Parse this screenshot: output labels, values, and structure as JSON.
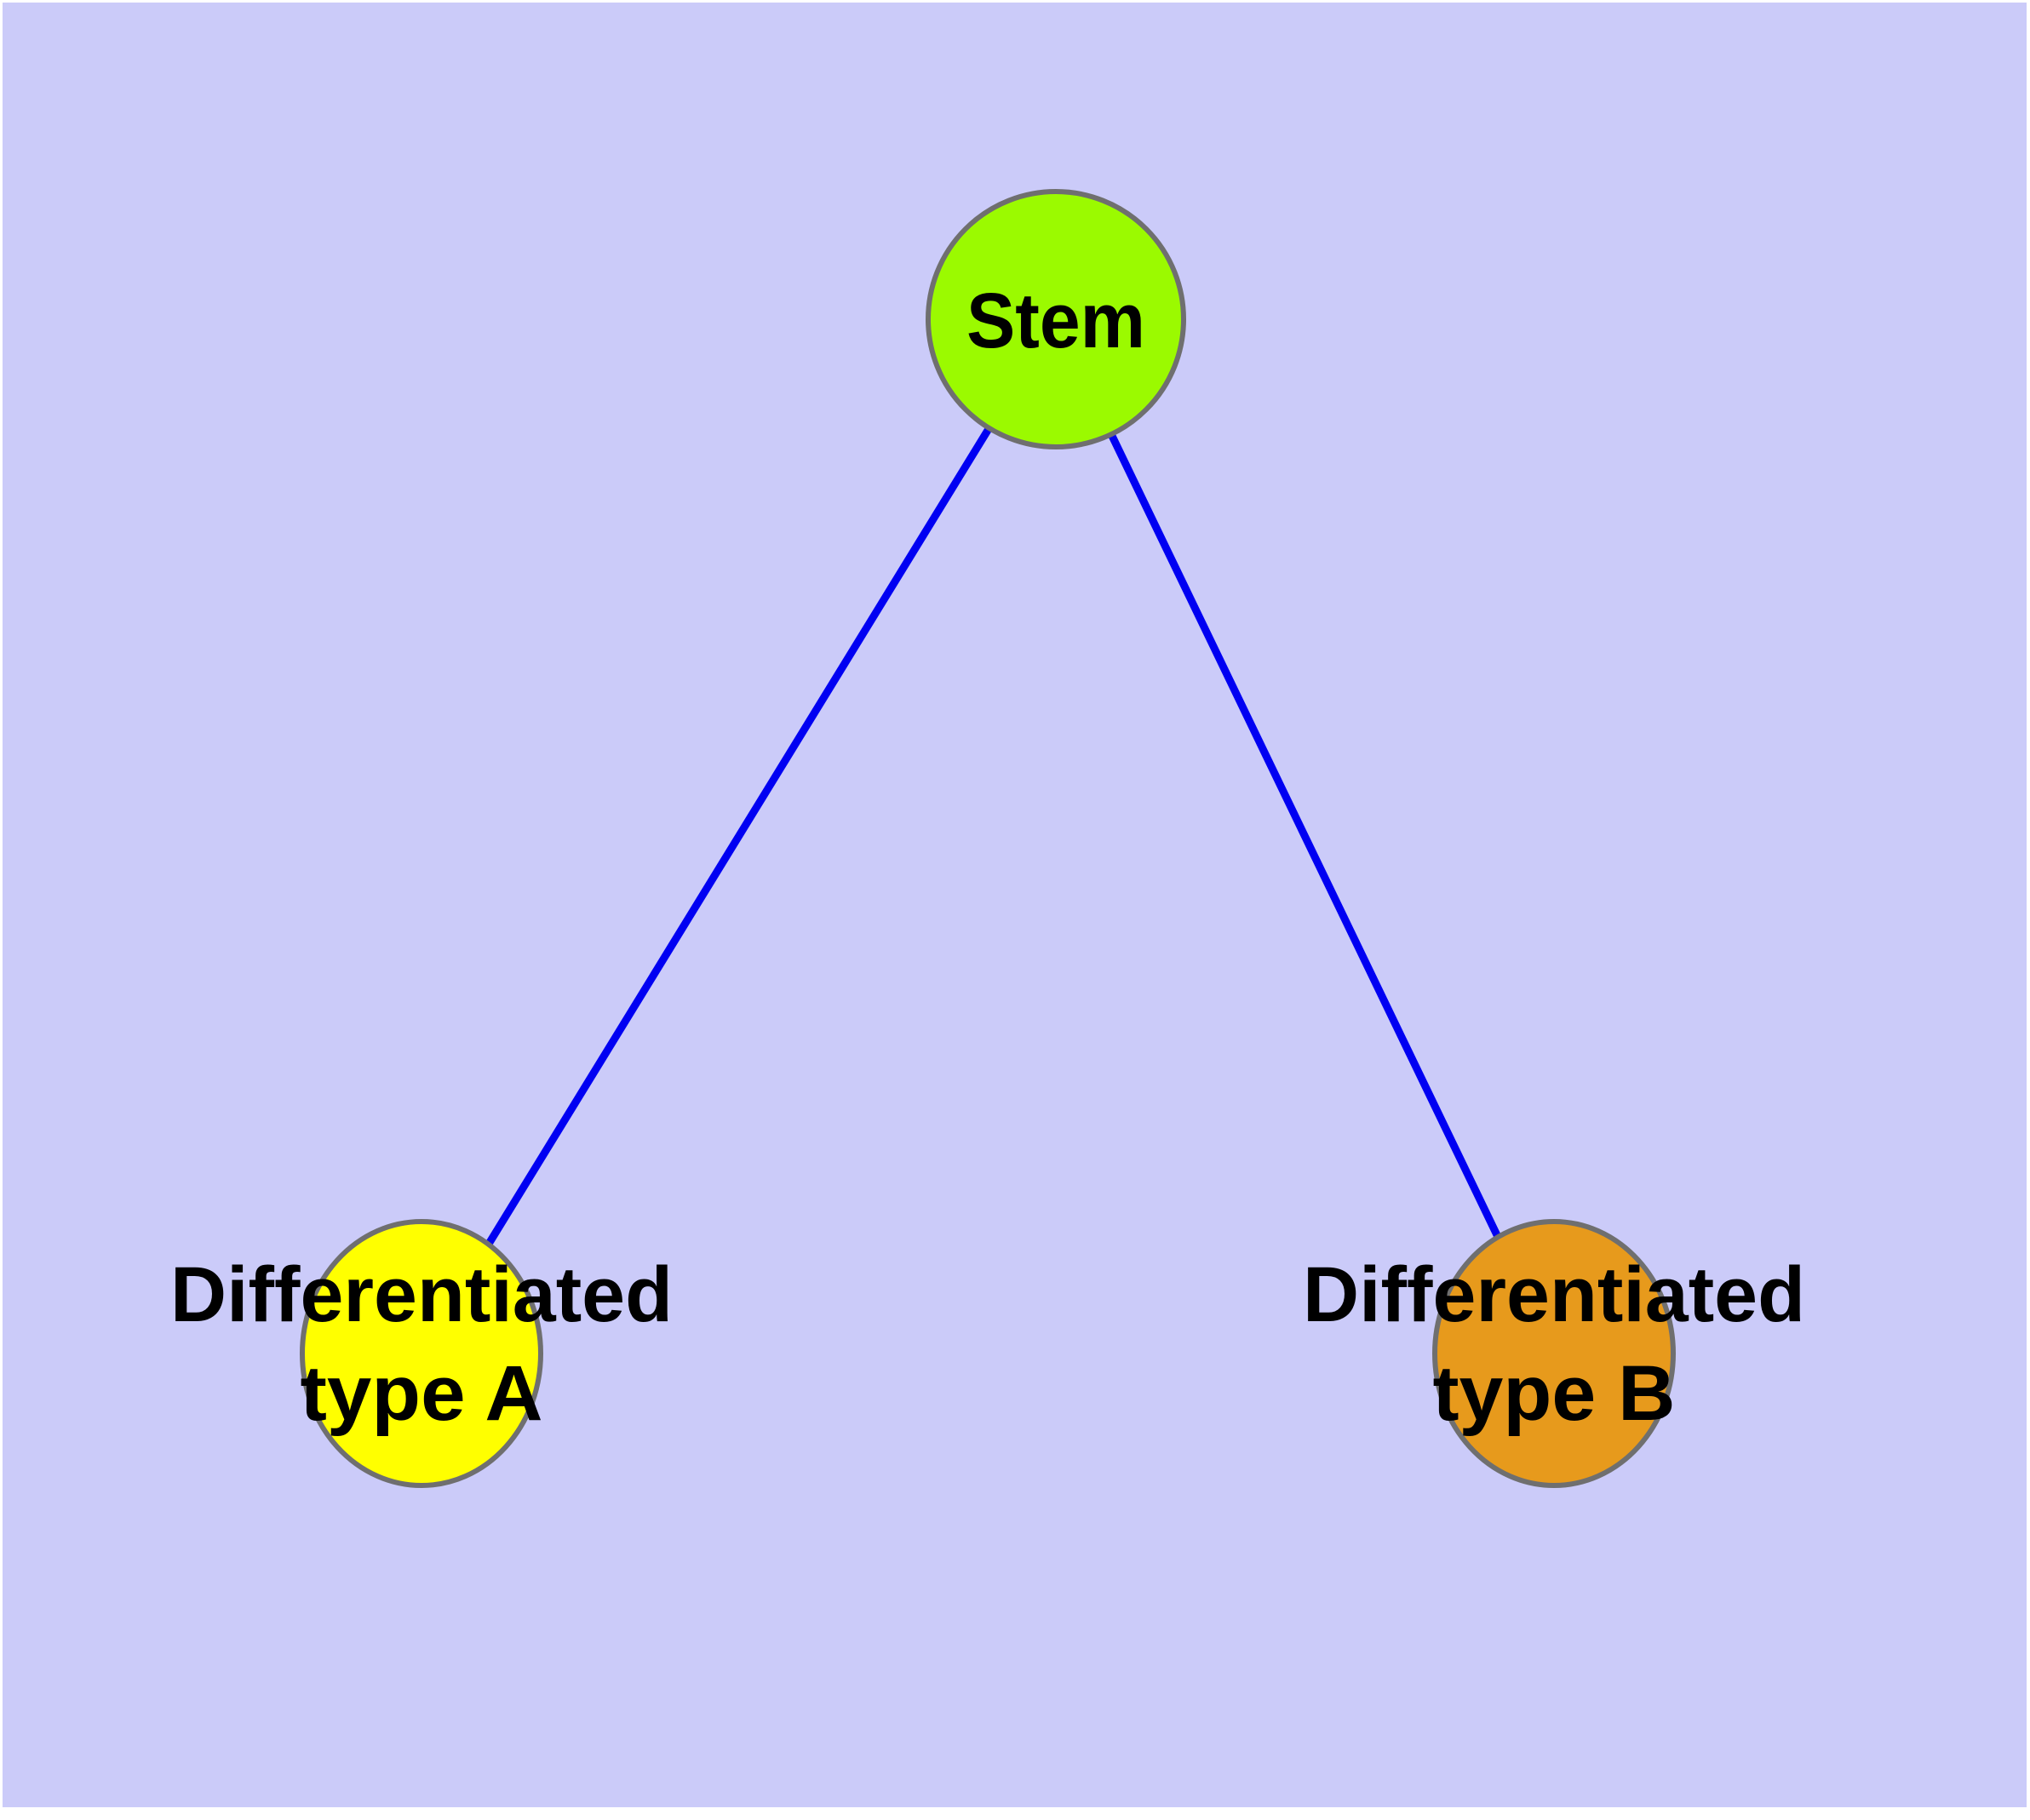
{
  "diagram": {
    "background_color": "#CBCBF9",
    "page_background": "#FFFFFF",
    "edge_color": "#0000F2",
    "node_border_color": "#6F6F6F",
    "label_color": "#000000",
    "nodes": {
      "stem": {
        "label": "Stem",
        "fill": "#9BFA00"
      },
      "type_a": {
        "label_line1": "Differentiated",
        "label_line2": "type A",
        "fill": "#FFFF00"
      },
      "type_b": {
        "label_line1": "Differentiated",
        "label_line2": "type B",
        "fill": "#E79A1C"
      }
    },
    "edges": [
      {
        "from": "Stem",
        "to": "Differentiated type A"
      },
      {
        "from": "Stem",
        "to": "Differentiated type B"
      }
    ]
  }
}
